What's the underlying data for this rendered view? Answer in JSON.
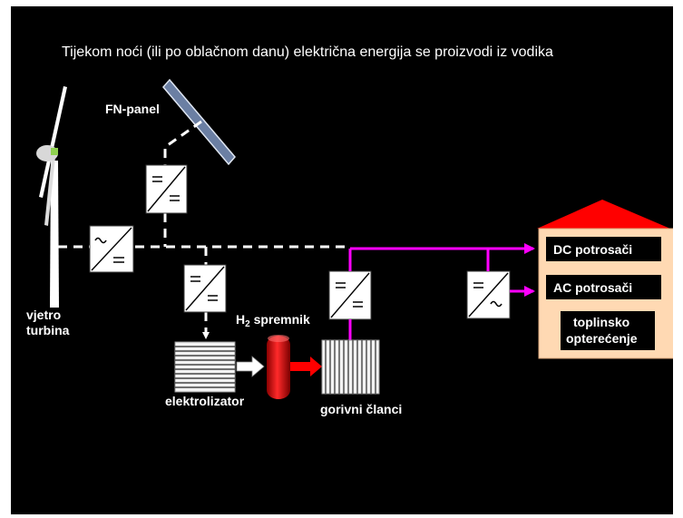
{
  "title": "Tijekom noći (ili po oblačnom danu) električna energija se proizvodi iz vodika",
  "labels": {
    "fn_panel": "FN-panel",
    "turbine_line1": "vjetro",
    "turbine_line2": "turbina",
    "h2_prefix": "H",
    "h2_sub": "2",
    "h2_suffix": " spremnik",
    "electrolyzer": "elektrolizator",
    "fuel_cells": "gorivni članci"
  },
  "house": {
    "dc_loads": "DC potrosači",
    "ac_loads": "AC potrosači",
    "heat_line1": "toplinsko",
    "heat_line2": "opterećenje"
  },
  "colors": {
    "background": "#000000",
    "power_flow": "#ff00ff",
    "hydrogen_flow": "#ff0000",
    "house_roof": "#ff0000",
    "house_body": "#ffd9b3"
  }
}
